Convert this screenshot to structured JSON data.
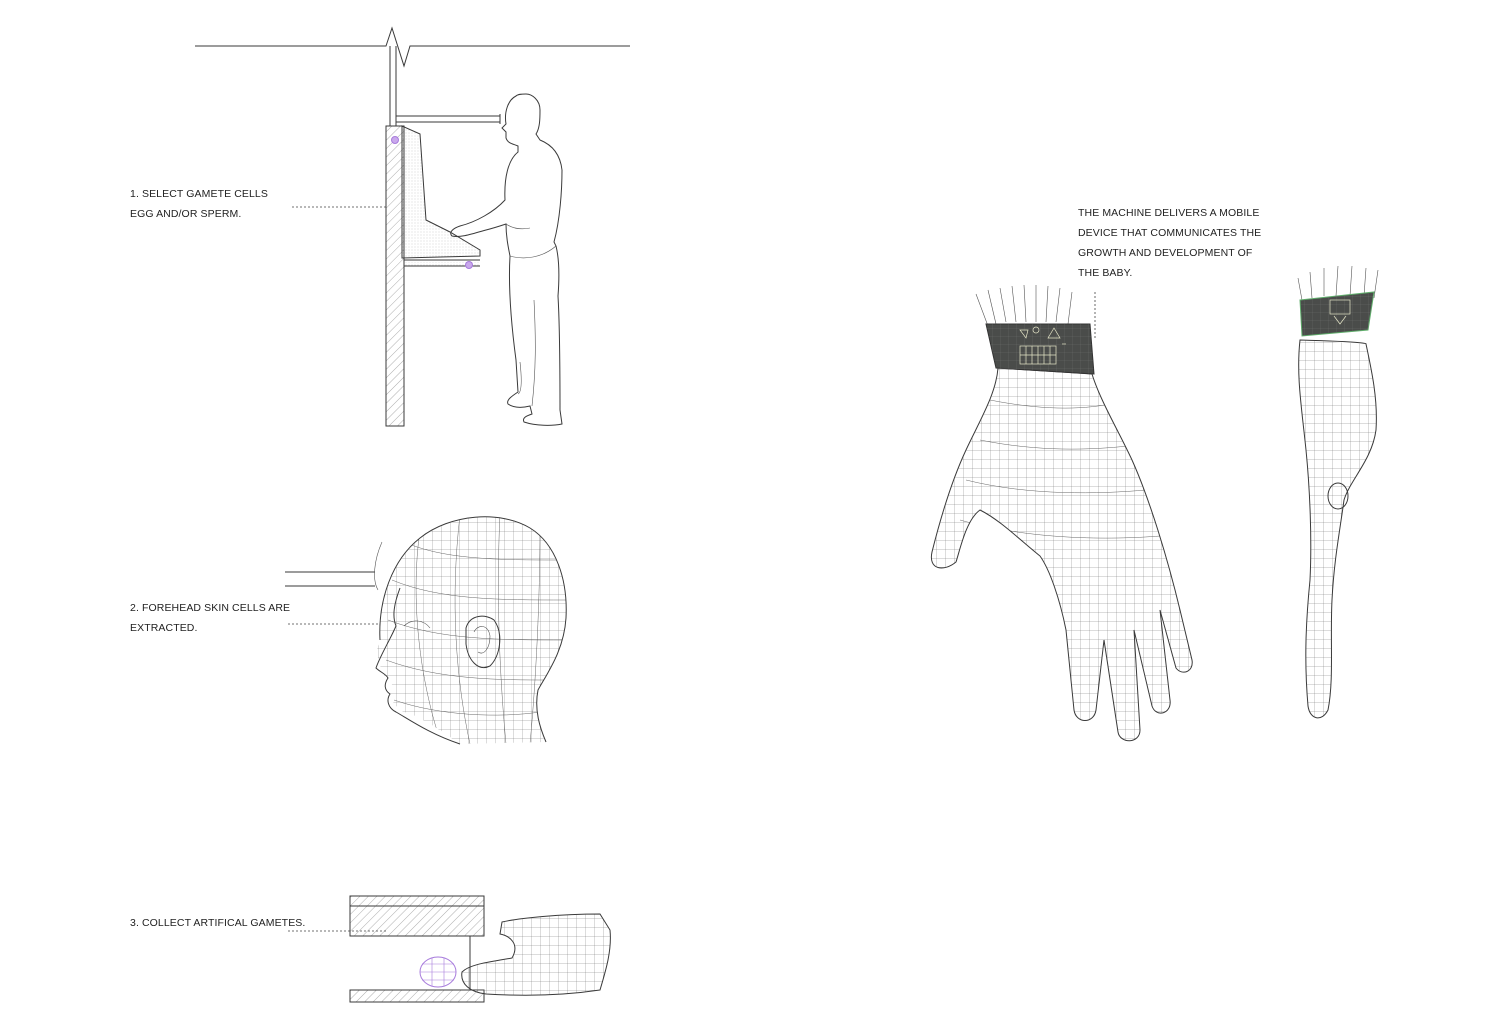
{
  "steps": [
    {
      "lines": [
        "1. SELECT GAMETE CELLS",
        "EGG AND/OR SPERM."
      ]
    },
    {
      "lines": [
        "2. FOREHEAD SKIN CELLS ARE",
        "EXTRACTED."
      ]
    },
    {
      "lines": [
        "3. COLLECT ARTIFICAL GAMETES."
      ]
    }
  ],
  "device_note": {
    "lines": [
      "THE MACHINE DELIVERS A MOBILE",
      "DEVICE THAT COMMUNICATES THE",
      "GROWTH AND DEVELOPMENT OF",
      "THE BABY."
    ]
  },
  "colors": {
    "line": "#3a3a3a",
    "cell_highlight": "#a77bdc",
    "band": "#4a4c4a",
    "band_accent": "#5fae6b"
  }
}
